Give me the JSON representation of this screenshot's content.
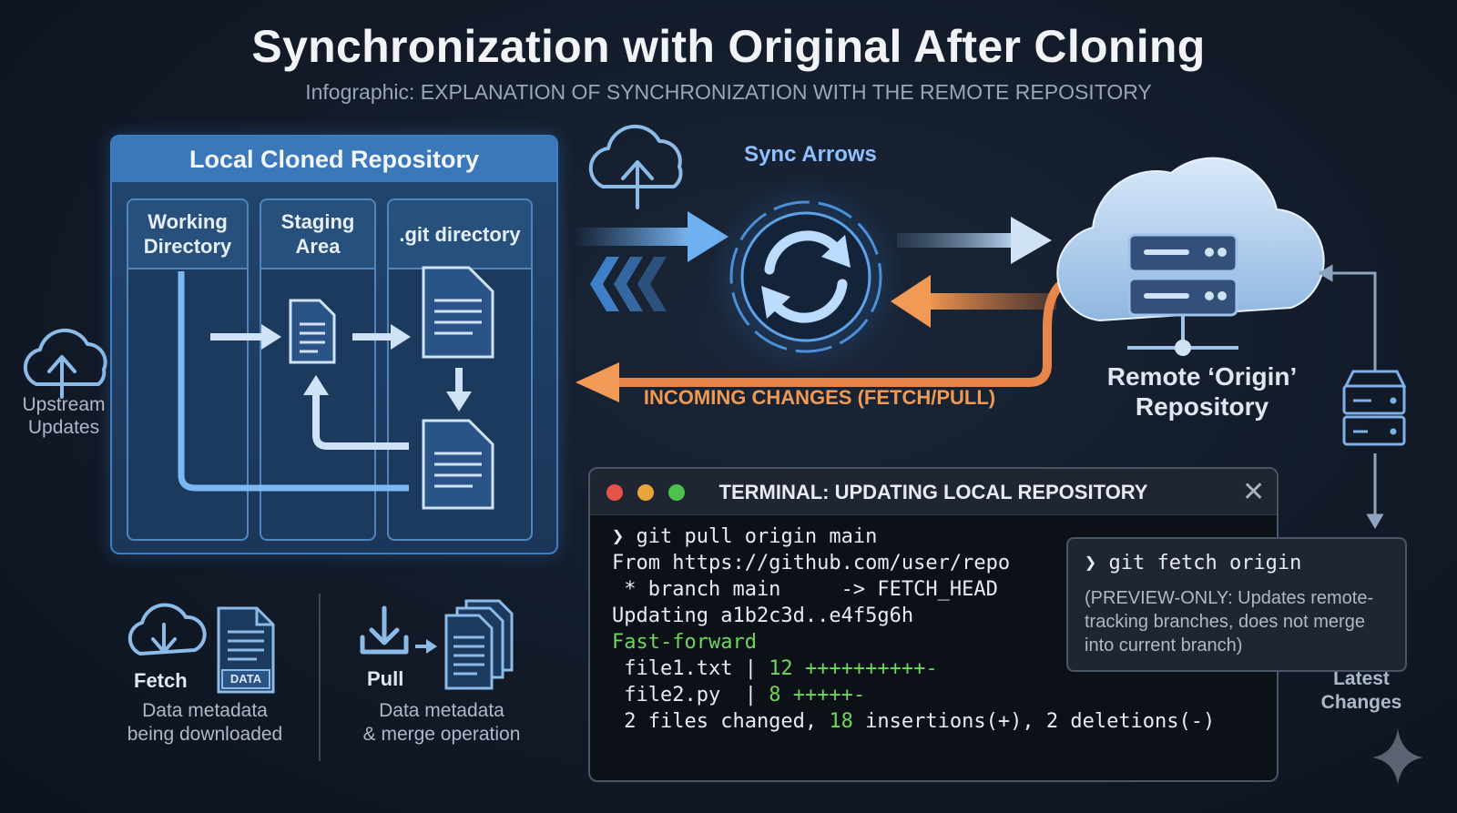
{
  "title": "Synchronization with Original After Cloning",
  "subtitle": "Infographic: EXPLANATION OF SYNCHRONIZATION WITH THE REMOTE REPOSITORY",
  "local_repo": {
    "title": "Local Cloned Repository",
    "columns": [
      {
        "line1": "Working",
        "line2": "Directory"
      },
      {
        "line1": "Staging",
        "line2": "Area"
      },
      {
        "line1": ".git directory",
        "line2": ""
      }
    ]
  },
  "upstream": {
    "line1": "Upstream",
    "line2": "Updates"
  },
  "sync_label": "Sync Arrows",
  "incoming_label": "INCOMING CHANGES (FETCH/PULL)",
  "remote": {
    "line1": "Remote ‘Origin’",
    "line2": "Repository"
  },
  "latest": {
    "line1": "Latest",
    "line2": "Changes"
  },
  "legend": {
    "fetch": {
      "label": "Fetch",
      "badge": "DATA",
      "desc1": "Data metadata",
      "desc2": "being downloaded"
    },
    "pull": {
      "label": "Pull",
      "desc1": "Data metadata",
      "desc2": "& merge operation"
    }
  },
  "terminal": {
    "title": "TERMINAL: UPDATING LOCAL REPOSITORY",
    "prompt": "❯",
    "lines": {
      "cmd": "git pull origin main",
      "from": "From https://github.com/user/repo",
      "branch": " * branch main     -> FETCH_HEAD",
      "updating": "Updating a1b2c3d..e4f5g6h",
      "ff": "Fast-forward",
      "f1_name": " file1.txt | ",
      "f1_num": "12",
      "f1_bar": "++++++++++-",
      "f2_name": " file2.py  | ",
      "f2_num": "8",
      "f2_bar": "+++++-",
      "sum_a": " 2 files changed, ",
      "sum_num": "18",
      "sum_b": " insertions(+), 2 deletions(-)"
    },
    "fetch_cmd": "git fetch origin",
    "fetch_note": "(PREVIEW-ONLY: Updates remote-tracking branches, does not merge into current branch)"
  },
  "colors": {
    "blue": "#5fa2e8",
    "orange": "#e8864a",
    "green": "#6fd65f",
    "red_dot": "#e4544b",
    "yellow_dot": "#e9a53a",
    "green_dot": "#4cc24c"
  }
}
